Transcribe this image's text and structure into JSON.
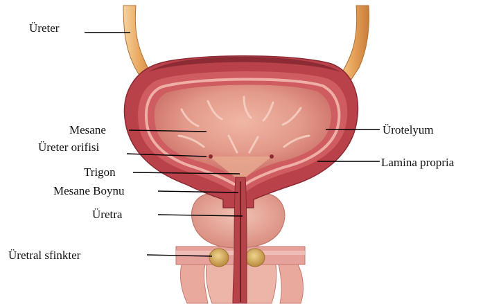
{
  "labels": {
    "ureter": "Üreter",
    "mesane": "Mesane",
    "ureter_orifisi": "Üreter orifisi",
    "trigon": "Trigon",
    "mesane_boynu": "Mesane Boynu",
    "uretra": "Üretra",
    "uretral_sfinkter": "Üretral sfinkter",
    "urotelyum": "Ürotelyum",
    "lamina_propria": "Lamina propria"
  },
  "colors": {
    "ureter": "#e8a65c",
    "bladder_wall": "#b8414a",
    "bladder_inner": "#d86a6b",
    "bladder_lumen": "#e39a8a",
    "lining_highlight": "#f2b7ae",
    "prostate": "#e8a79a",
    "sphincter": "#c9a050",
    "leader_line": "#000000"
  }
}
